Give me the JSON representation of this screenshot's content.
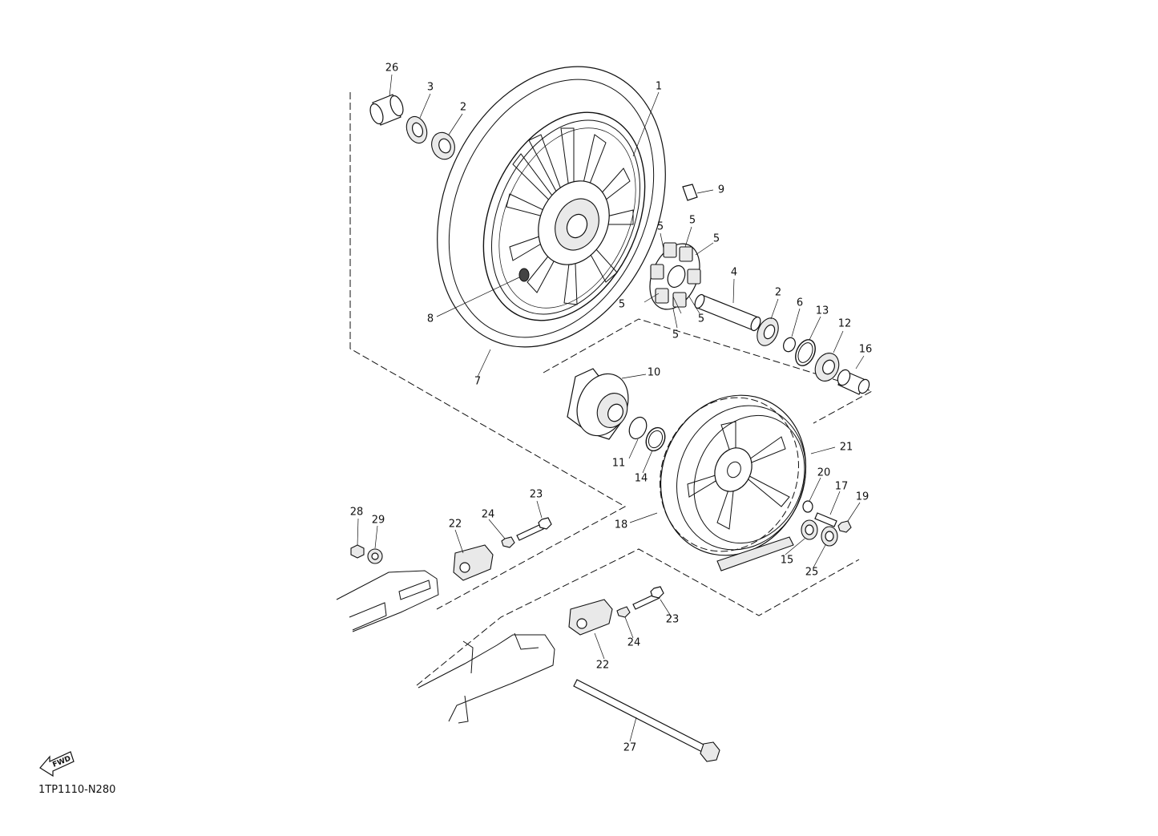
{
  "diagram": {
    "reference_code": "1TP1110-N280",
    "fwd_label": "FWD",
    "part_labels": {
      "p1": "1",
      "p2a": "2",
      "p2b": "2",
      "p3": "3",
      "p4": "4",
      "p5a": "5",
      "p5b": "5",
      "p5c": "5",
      "p5d": "5",
      "p5e": "5",
      "p5f": "5",
      "p6": "6",
      "p7": "7",
      "p8": "8",
      "p9": "9",
      "p10": "10",
      "p11": "11",
      "p12": "12",
      "p13": "13",
      "p14": "14",
      "p15": "15",
      "p16": "16",
      "p17": "17",
      "p18": "18",
      "p19": "19",
      "p20": "20",
      "p21": "21",
      "p22a": "22",
      "p22b": "22",
      "p23a": "23",
      "p23b": "23",
      "p24a": "24",
      "p24b": "24",
      "p25": "25",
      "p26": "26",
      "p27": "27",
      "p28": "28",
      "p29": "29"
    }
  }
}
